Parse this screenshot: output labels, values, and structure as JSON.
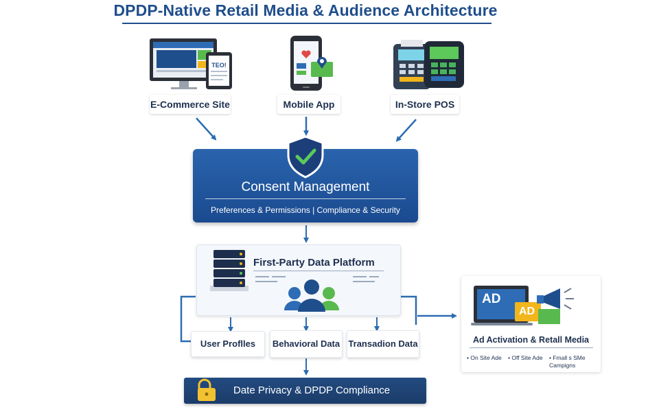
{
  "title": "DPDP-Native Retail Media & Audience Architecture",
  "sources": {
    "ecommerce": {
      "label": "E-Commerce Site",
      "tablet_text": "TEO!"
    },
    "mobile": {
      "label": "Mobile App"
    },
    "pos": {
      "label": "In-Store POS"
    }
  },
  "consent": {
    "title": "Consent Management",
    "subtitle": "Preferences & Permissions  |  Compliance & Security"
  },
  "platform": {
    "title": "First-Party Data Platform",
    "outputs": [
      "User Proflles",
      "Behavioral Data",
      "Transadion Data"
    ]
  },
  "ad_activation": {
    "ad_label_1": "AD",
    "ad_label_2": "AD",
    "title": "Ad Activation & Retall Media",
    "channels": [
      "On Site Ade",
      "Off Site Ade",
      "Fmall s SMe Campigns"
    ]
  },
  "privacy": {
    "label": "Date Privacy & DPDP Compliance"
  },
  "colors": {
    "primary": "#1f4e8c",
    "arrow": "#2b6cb0",
    "check": "#5cc95a",
    "lock": "#f2c230",
    "ad_yellow": "#f2b51c"
  }
}
